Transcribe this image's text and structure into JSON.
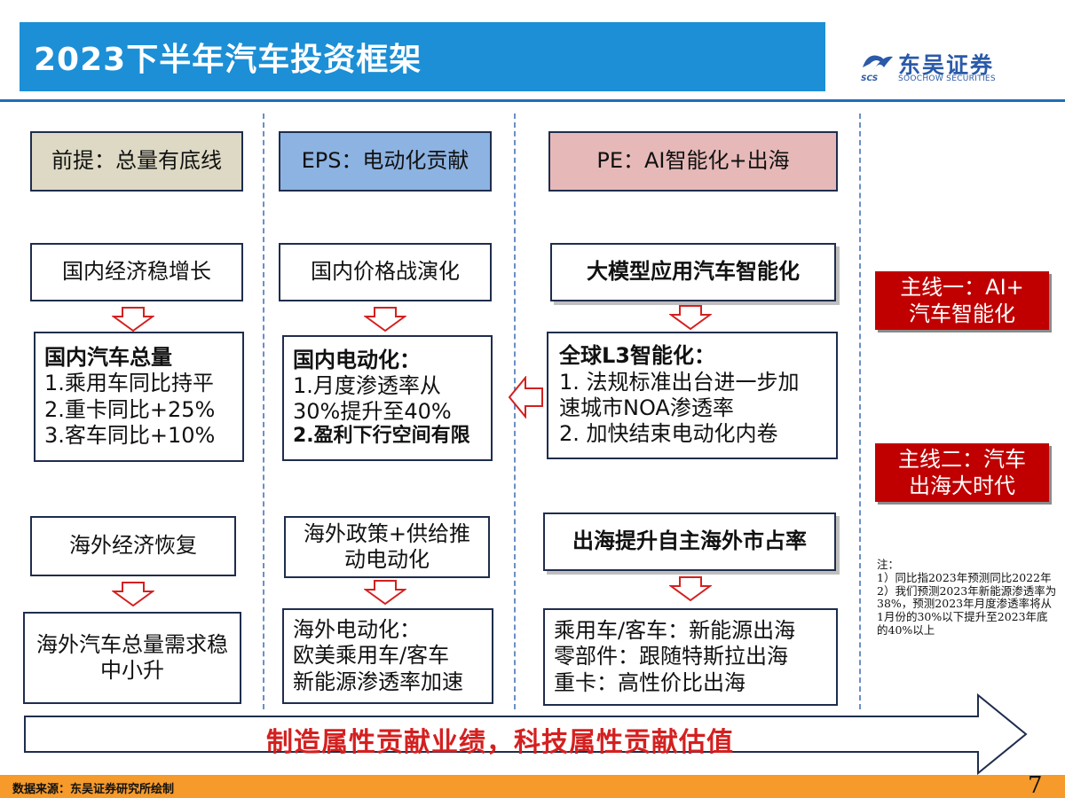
{
  "header": {
    "title": "2023下半年汽车投资框架"
  },
  "logo": {
    "name": "东吴证券",
    "subtitle": "SOOCHOW SECURITIES",
    "abbr": "SCS"
  },
  "columns": [
    {
      "header": "前提：总量有底线",
      "top_box": "国内经济稳增长",
      "mid_box": {
        "title": "国内汽车总量",
        "lines": [
          "1.乘用车同比持平",
          "2.重卡同比+25%",
          "3.客车同比+10%"
        ]
      },
      "lower_box": "海外经济恢复",
      "bottom_box": "海外汽车总量需求稳中小升"
    },
    {
      "header": "EPS：电动化贡献",
      "top_box": "国内价格战演化",
      "mid_box": {
        "title": "国内电动化：",
        "lines": [
          "1.月度渗透率从",
          "30%提升至40%"
        ],
        "bold_line": "2.盈利下行空间有限"
      },
      "lower_box": "海外政策+供给推动电动化",
      "bottom_box": {
        "lines": [
          "海外电动化：",
          "欧美乘用车/客车",
          "新能源渗透率加速"
        ]
      }
    },
    {
      "header": "PE：AI智能化+出海",
      "top_box": "大模型应用汽车智能化",
      "mid_box": {
        "title": "全球L3智能化：",
        "lines": [
          "1. 法规标准出台进一步加",
          "速城市NOA渗透率",
          "2. 加快结束电动化内卷"
        ]
      },
      "lower_box": "出海提升自主海外市占率",
      "bottom_box": {
        "lines": [
          "乘用车/客车：新能源出海",
          "零部件：跟随特斯拉出海",
          "重卡：高性价比出海"
        ]
      }
    }
  ],
  "mainlines": {
    "one": {
      "line1": "主线一：AI+",
      "line2": "汽车智能化"
    },
    "two": {
      "line1": "主线二：汽车",
      "line2": "出海大时代"
    }
  },
  "notes": {
    "label": "注：",
    "items": [
      "1）同比指2023年预测同比2022年",
      "2）我们预测2023年新能源渗透率为38%，预测2023年月度渗透率将从1月份的30%以下提升至2023年底的40%以上"
    ]
  },
  "bottom_arrow": {
    "text": "制造属性贡献业绩，科技属性贡献估值"
  },
  "footer": {
    "source": "数据来源：东吴证券研究所绘制",
    "page": "7"
  },
  "colors": {
    "brand_blue": "#1c8fd6",
    "accent_red": "#c00000",
    "footer_orange": "#f59a2b"
  }
}
